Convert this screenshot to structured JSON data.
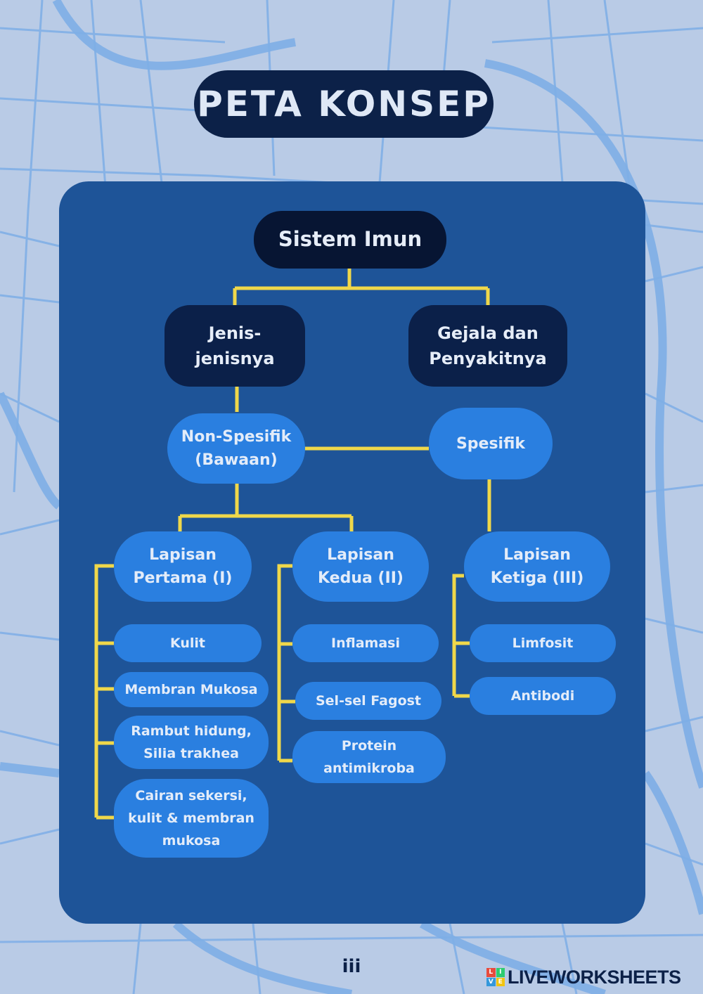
{
  "title": "PETA KONSEP",
  "colors": {
    "background": "#b9cbe6",
    "map_lines": "#7eaee6",
    "panel": "#1e5498",
    "dark_node": "#0b2049",
    "light_node": "#2a7fe0",
    "connector": "#f0d84a"
  },
  "nodes": {
    "root": "Sistem Imun",
    "jenis": [
      "Jenis-",
      "jenisnya"
    ],
    "gejala": [
      "Gejala dan",
      "Penyakitnya"
    ],
    "nonspesifik": [
      "Non-Spesifik",
      "(Bawaan)"
    ],
    "spesifik": "Spesifik",
    "lapisan1": [
      "Lapisan",
      "Pertama (I)"
    ],
    "lapisan2": [
      "Lapisan",
      "Kedua (II)"
    ],
    "lapisan3": [
      "Lapisan",
      "Ketiga (III)"
    ]
  },
  "lapisan1_items": [
    [
      "Kulit"
    ],
    [
      "Membran Mukosa"
    ],
    [
      "Rambut hidung,",
      "Silia trakhea"
    ],
    [
      "Cairan sekersi,",
      "kulit & membran",
      "mukosa"
    ]
  ],
  "lapisan2_items": [
    [
      "Inflamasi"
    ],
    [
      "Sel-sel Fagost"
    ],
    [
      "Protein",
      "antimikroba"
    ]
  ],
  "lapisan3_items": [
    [
      "Limfosit"
    ],
    [
      "Antibodi"
    ]
  ],
  "page_number": "iii",
  "brand": {
    "text": "LIVEWORKSHEETS",
    "logo_letters": [
      "L",
      "I",
      "V",
      "E"
    ],
    "logo_colors": [
      "#e84c3d",
      "#2ecc71",
      "#3498db",
      "#f1c40f"
    ]
  }
}
